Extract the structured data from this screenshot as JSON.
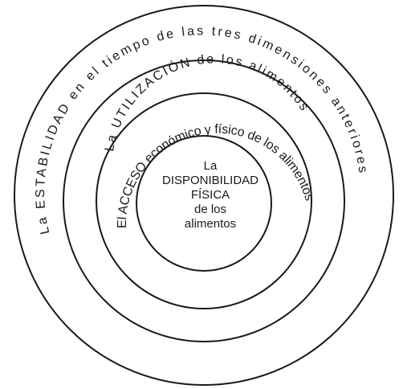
{
  "diagram": {
    "rings": [
      {
        "label": "La ESTABILIDAD en el tiempo de las tres dimensiones anteriores"
      },
      {
        "label": "La UTILIZACIÓN de los alimentos"
      },
      {
        "label": "El ACCESO económico y físico de los alimentos"
      }
    ],
    "center": {
      "line1": "La",
      "line2": "DISPONIBILIDAD",
      "line3": "FÍSICA",
      "line4": "de los",
      "line5": "alimentos"
    },
    "colors": {
      "stroke": "#1a1a1a",
      "background": "#ffffff",
      "text": "#1a1a1a"
    }
  }
}
